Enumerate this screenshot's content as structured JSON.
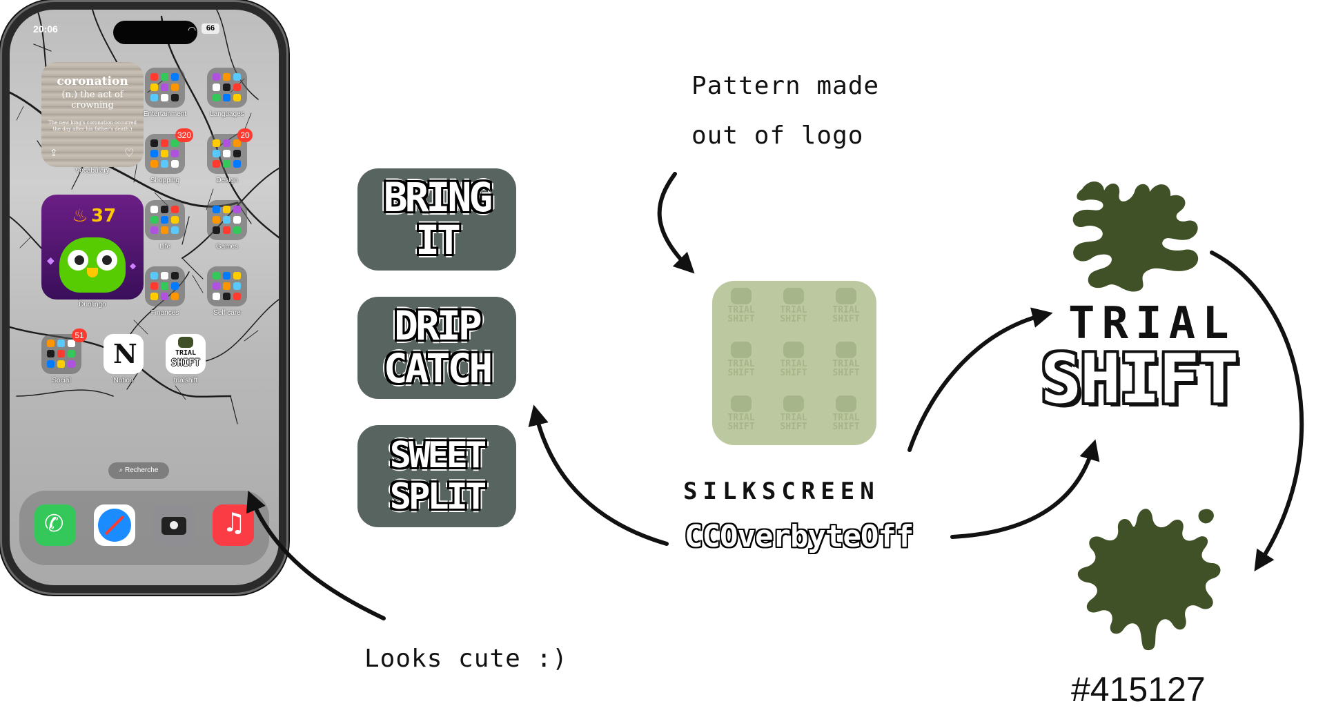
{
  "phone": {
    "time": "20:06",
    "battery": "66",
    "widget_vocab": {
      "word": "coronation",
      "definition": "(n.) the act of crowning",
      "example": "The new king's coronation occurred the day after his father's death.)",
      "label": "Vocabulary"
    },
    "widget_duo": {
      "streak": "37",
      "label": "Duolingo"
    },
    "apps": [
      {
        "label": "Entertainment",
        "badge": ""
      },
      {
        "label": "Languages",
        "badge": ""
      },
      {
        "label": "Shopping",
        "badge": "320"
      },
      {
        "label": "Design",
        "badge": "20"
      },
      {
        "label": "Life",
        "badge": ""
      },
      {
        "label": "Games",
        "badge": ""
      },
      {
        "label": "Finances",
        "badge": ""
      },
      {
        "label": "Self care",
        "badge": ""
      },
      {
        "label": "Social",
        "badge": "51"
      },
      {
        "label": "Notion",
        "badge": ""
      },
      {
        "label": "trialshift",
        "badge": ""
      }
    ],
    "notion_glyph": "N",
    "trialshift_top": "TRIAL",
    "trialshift_bottom": "SHIFT",
    "search": "Recherche",
    "dock": [
      "phone-icon",
      "safari-icon",
      "camera-icon",
      "music-icon"
    ]
  },
  "games": [
    {
      "line1": "BRING",
      "line2": "IT"
    },
    {
      "line1": "DRIP",
      "line2": "CATCH"
    },
    {
      "line1": "SWEET",
      "line2": "SPLIT"
    }
  ],
  "notes": {
    "pattern_line1": "Pattern made",
    "pattern_line2": "out of logo",
    "cute": "Looks cute :)"
  },
  "pattern": {
    "line1": "TRIAL",
    "line2": "SHIFT"
  },
  "fonts": {
    "primary": "SILKSCREEN",
    "secondary": "CCOverbyteOff"
  },
  "logo": {
    "line1": "TRIAL",
    "line2": "SHIFT"
  },
  "color": {
    "label": "#415127",
    "value": "#415127"
  },
  "colors": {
    "card": "#58645f",
    "pattern_bg": "#bcc9a0",
    "brand": "#415127"
  }
}
